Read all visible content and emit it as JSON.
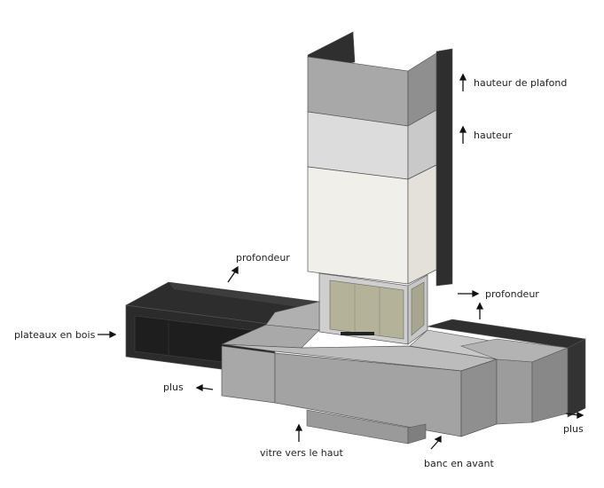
{
  "labels": {
    "ceiling_height": "hauteur de plafond",
    "height": "hauteur",
    "depth_top": "profondeur",
    "depth_right": "profondeur",
    "wood_shelves": "plateaux en bois",
    "more_left": "plus",
    "more_right": "plus",
    "glass_up": "vitre vers le haut",
    "bench_forward": "banc en avant"
  },
  "colors": {
    "dark": "#3a3a3a",
    "darkest": "#2b2b2b",
    "mid_gray": "#a8a8a8",
    "light_gray": "#dcdcdc",
    "cream": "#f1efea",
    "bench_top": "#b9b9b9",
    "bench_front": "#a4a4a4",
    "edge": "#555555",
    "arrow": "#111111"
  }
}
